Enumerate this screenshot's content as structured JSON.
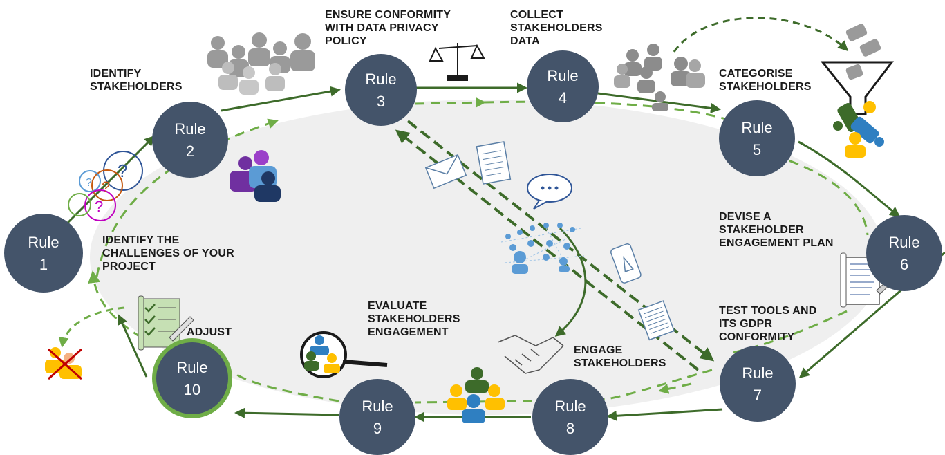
{
  "rules": [
    {
      "label": "Rule",
      "number": "1"
    },
    {
      "label": "Rule",
      "number": "2"
    },
    {
      "label": "Rule",
      "number": "3"
    },
    {
      "label": "Rule",
      "number": "4"
    },
    {
      "label": "Rule",
      "number": "5"
    },
    {
      "label": "Rule",
      "number": "6"
    },
    {
      "label": "Rule",
      "number": "7"
    },
    {
      "label": "Rule",
      "number": "8"
    },
    {
      "label": "Rule",
      "number": "9"
    },
    {
      "label": "Rule",
      "number": "10"
    }
  ],
  "steps": {
    "identify_challenges": "IDENTIFY THE\nCHALLENGES OF YOUR\nPROJECT",
    "identify_stakeholders": "IDENTIFY\nSTAKEHOLDERS",
    "ensure_conformity": "ENSURE CONFORMITY\nWITH DATA PRIVACY\nPOLICY",
    "collect_data": "COLLECT\nSTAKEHOLDERS\nDATA",
    "categorise": "CATEGORISE\nSTAKEHOLDERS",
    "devise_plan": "DEVISE A\nSTAKEHOLDER\nENGAGEMENT PLAN",
    "test_tools": "TEST TOOLS AND\nITS GDPR\nCONFORMITY",
    "engage": "ENGAGE\nSTAKEHOLDERS",
    "evaluate": "EVALUATE\nSTAKEHOLDERS\nENGAGEMENT",
    "adjust": "ADJUST"
  },
  "colors": {
    "node_fill": "#44546a",
    "arrow_dark": "#3d6b2a",
    "arrow_light": "#6fad47",
    "ellipse_fill": "#efefef",
    "rule10_ring": "#6fad47"
  },
  "icons": [
    "question-marks-icon",
    "crowd-icon",
    "scale-icon",
    "people-group-icon",
    "funnel-icon",
    "team-icon",
    "document-icon",
    "envelope-icon",
    "chat-bubble-icon",
    "network-icon",
    "mobile-icon",
    "newsletter-icon",
    "handshake-icon",
    "plan-scroll-icon",
    "magnifier-icon",
    "checklist-icon",
    "rejected-person-icon"
  ]
}
